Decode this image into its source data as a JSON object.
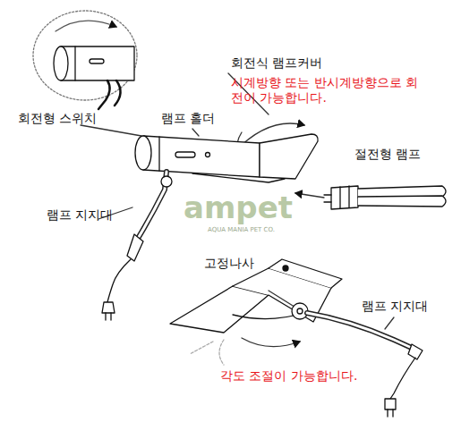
{
  "diagram": {
    "labels": [
      "회전식 램프커버",
      "시계방향 또는 반시계방향으로 회전이 가능합니다.",
      "회전형 스위치",
      "램프 홀더",
      "절전형 램프",
      "램프 지지대",
      "ampet",
      "AQUA MANIA PET CO.",
      "고정나사",
      "램프 지지대",
      "각도 조절이 가능합니다."
    ]
  }
}
